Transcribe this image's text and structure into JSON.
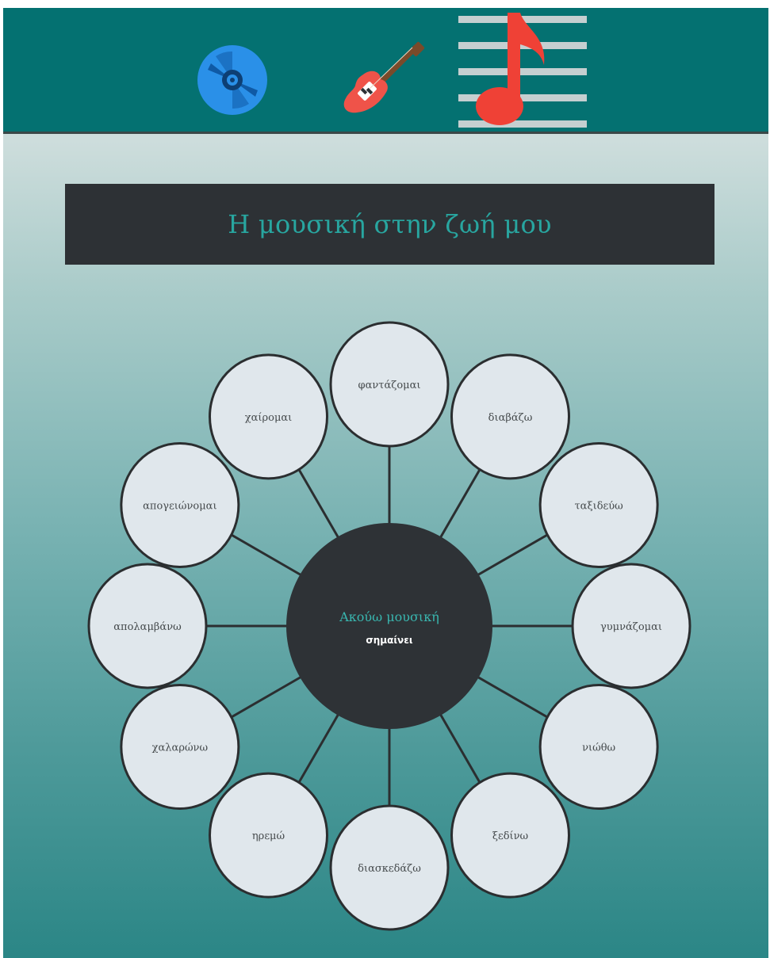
{
  "header": {
    "icons": [
      "disc-icon",
      "electric-guitar-icon",
      "music-note-staff-icon"
    ],
    "colors": {
      "bar": "#047171",
      "disc": "#2a90e8",
      "guitar": "#ef5349",
      "note": "#ef4136",
      "staff": "#c5cfd0"
    }
  },
  "title": "Η μουσική στην ζωή μου",
  "diagram": {
    "center": {
      "title": "Ακούω μουσική",
      "subtitle": "σημαίνει"
    },
    "items": [
      {
        "label": "φαντάζομαι"
      },
      {
        "label": "διαβάζω"
      },
      {
        "label": "ταξιδεύω"
      },
      {
        "label": "γυμνάζομαι"
      },
      {
        "label": "νιώθω"
      },
      {
        "label": "ξεδίνω"
      },
      {
        "label": "διασκεδάζω"
      },
      {
        "label": "ηρεμώ"
      },
      {
        "label": "χαλαρώνω"
      },
      {
        "label": "απολαμβάνω"
      },
      {
        "label": "απογειώνομαι"
      },
      {
        "label": "χαίρομαι"
      }
    ],
    "colors": {
      "hub": "#2e3236",
      "petal": "#e0e7ec",
      "stroke": "#2b2e30",
      "title_text": "#28a6a0"
    }
  }
}
